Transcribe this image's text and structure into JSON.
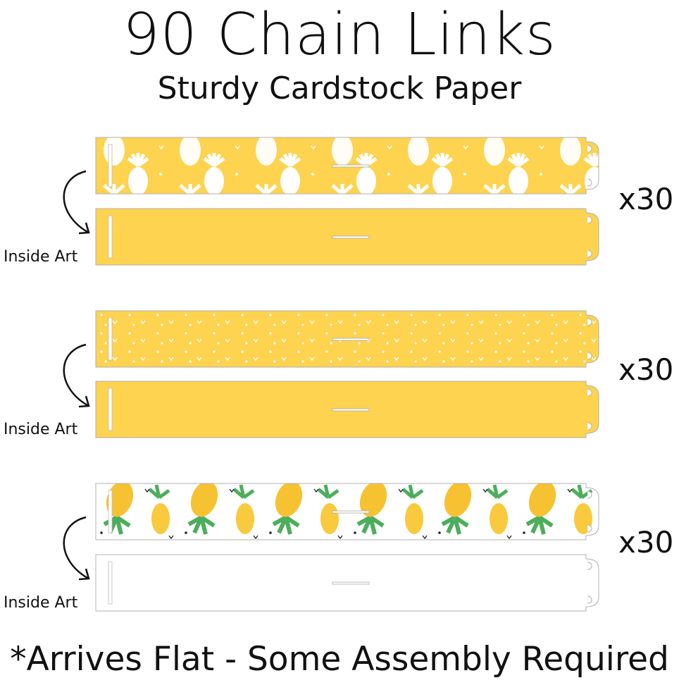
{
  "title": "90 Chain Links",
  "subtitle": "Sturdy Cardstock Paper",
  "footer": "*Arrives Flat - Some Assembly Required",
  "colors": {
    "yellow": "#fdd34f",
    "border": "#b0b0b0",
    "green": "#4cae5b",
    "pineapple": "#f7c232"
  },
  "sets": [
    {
      "outside_pattern": "white-pineapples-on-yellow",
      "inside_color": "#fdd34f",
      "quantity": "x30",
      "inside_label": "Inside Art"
    },
    {
      "outside_pattern": "white-dots-chevrons-on-yellow",
      "inside_color": "#fdd34f",
      "quantity": "x30",
      "inside_label": "Inside Art"
    },
    {
      "outside_pattern": "yellow-pineapples-on-white",
      "inside_color": "#ffffff",
      "quantity": "x30",
      "inside_label": "Inside Art"
    }
  ]
}
